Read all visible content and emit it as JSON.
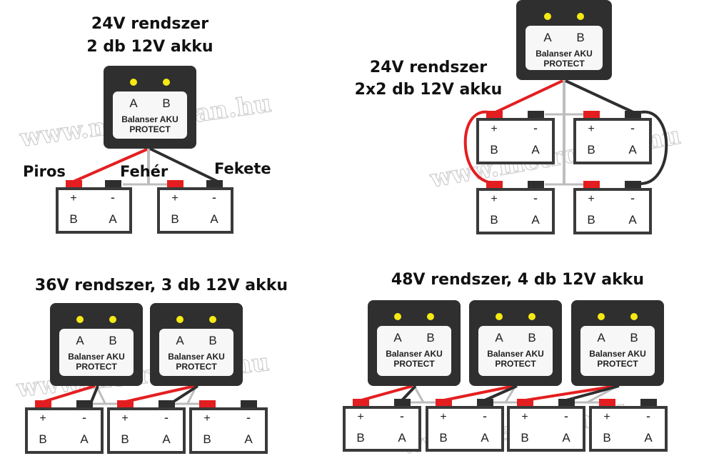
{
  "colors": {
    "red_wire": "#e41e20",
    "black_wire": "#2e2e2e",
    "white_wire": "#bdbdbd",
    "module": "#2f2f2f",
    "led": "#f5ea14",
    "battery_border": "#3a3a3a"
  },
  "module": {
    "label_a": "A",
    "label_b": "B",
    "line1": "Balanser AKU",
    "line2": "PROTECT"
  },
  "battery": {
    "plus": "+",
    "minus": "-",
    "left": "B",
    "right": "A"
  },
  "watermark": "www.metroman.hu",
  "panels": [
    {
      "title_lines": [
        "24V rendszer",
        "2 db 12V akku"
      ],
      "wire_labels": [
        "Piros",
        "Fehér",
        "Fekete"
      ]
    },
    {
      "title_lines": [
        "24V rendszer",
        "2x2 db 12V akku"
      ]
    },
    {
      "title_lines": [
        "36V rendszer, 3 db 12V akku"
      ]
    },
    {
      "title_lines": [
        "48V rendszer, 4 db 12V akku"
      ]
    }
  ]
}
